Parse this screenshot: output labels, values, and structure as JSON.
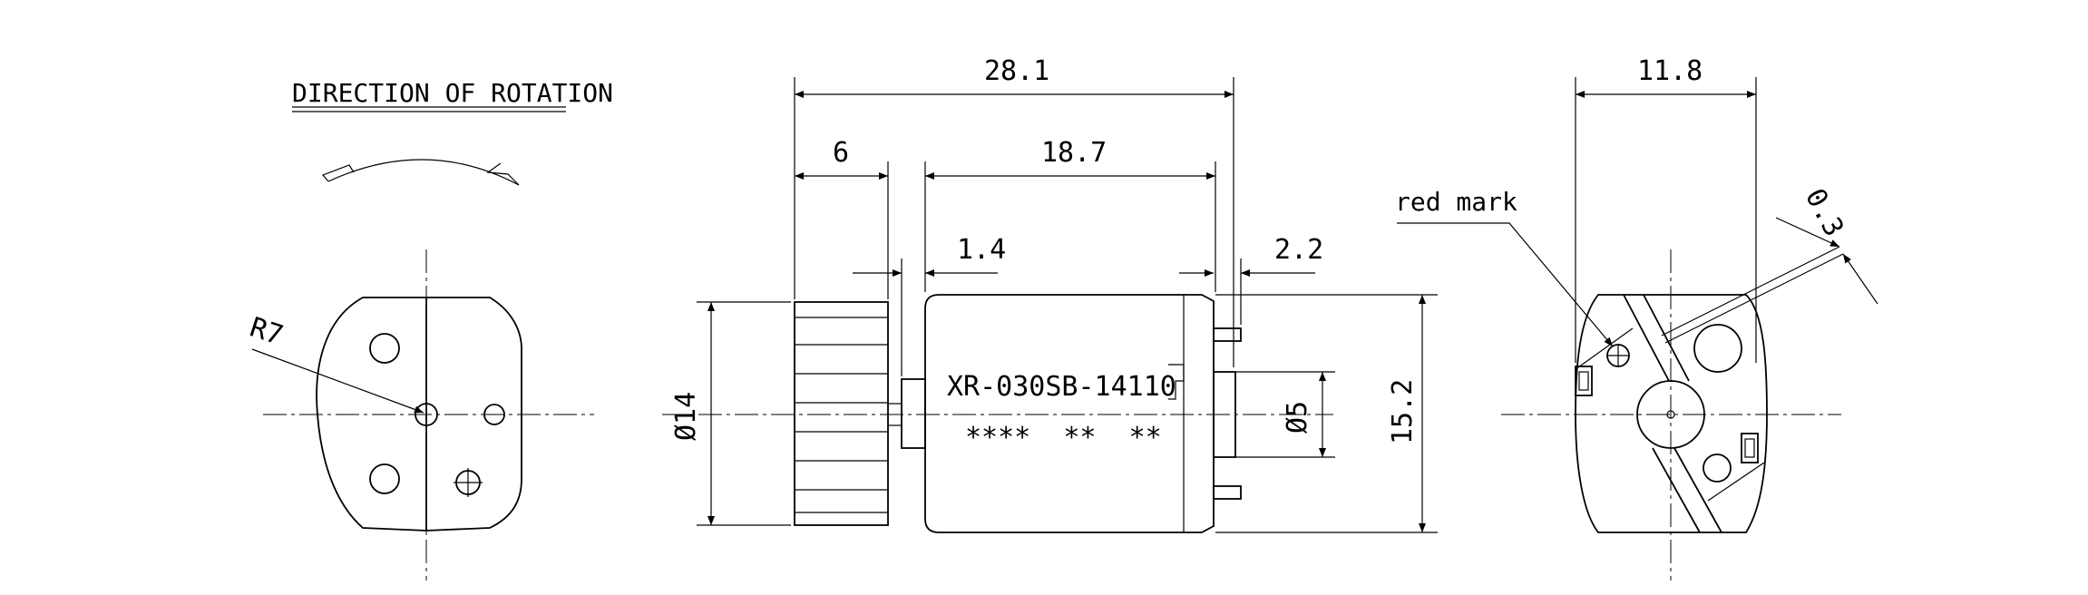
{
  "left_view": {
    "heading": "DIRECTION OF ROTATION",
    "radius_label": "R7"
  },
  "side_view": {
    "overall_length": "28.1",
    "weight_length": "6",
    "body_length": "18.7",
    "gap": "1.4",
    "terminal_length": "2.2",
    "weight_diameter": "Ø14",
    "shaft_diameter": "Ø5",
    "body_height": "15.2",
    "model": "XR-030SB-14110",
    "code": "****  **  **"
  },
  "right_view": {
    "width": "11.8",
    "terminal_thickness": "0.3",
    "red_mark_label": "red mark"
  }
}
